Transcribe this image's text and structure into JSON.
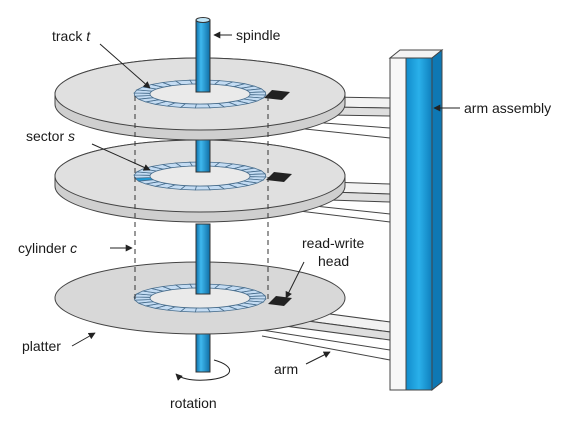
{
  "diagram": {
    "labels": {
      "track_word": "track",
      "track_var": "t",
      "spindle": "spindle",
      "arm_assembly": "arm assembly",
      "sector_word": "sector",
      "sector_var": "s",
      "cylinder_word": "cylinder",
      "cylinder_var": "c",
      "read_write_head_line1": "read-write",
      "read_write_head_line2": "head",
      "platter": "platter",
      "arm": "arm",
      "rotation": "rotation"
    },
    "colors": {
      "platter": "#dcdcdc",
      "platter_edge": "#4a4a4a",
      "track_band": "#c4dcf3",
      "highlighted_sector": "#1e9ad6",
      "spindle": "#1a9fdc",
      "arm_assembly_face": "#1a9fdc",
      "head": "#222222",
      "line": "#333333"
    },
    "platter_count": 3,
    "sectors_per_track": 28
  }
}
